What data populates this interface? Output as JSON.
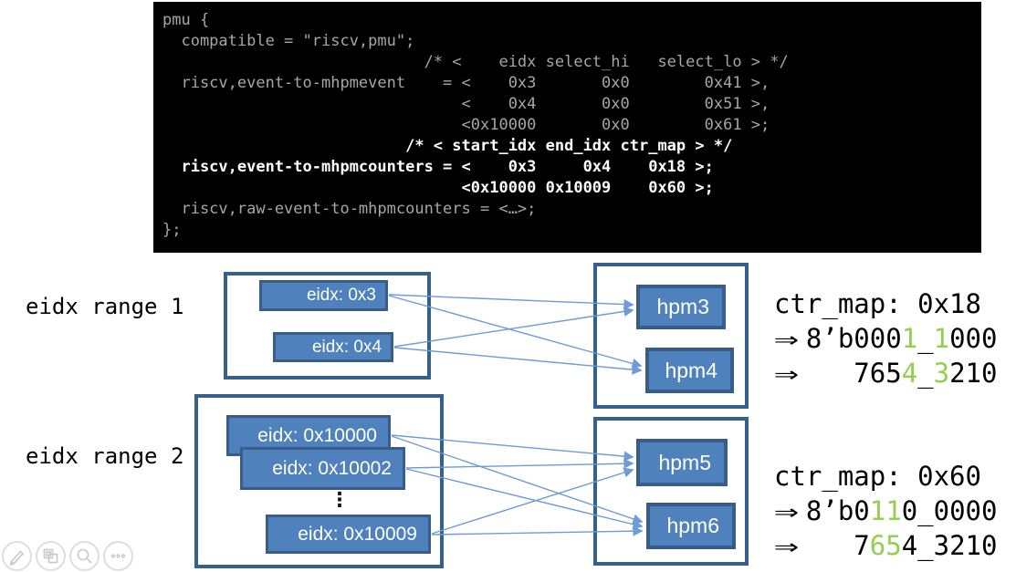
{
  "colors": {
    "green_highlight": "#92d050",
    "box_fill": "#4f81bd",
    "box_border": "#385d8a",
    "container_border": "#36608c",
    "arrow": "#6f9bd6",
    "code_bg": "#000000",
    "code_dim": "#a6a6a6",
    "code_bright": "#ffffff"
  },
  "code": {
    "lines": [
      {
        "text": "pmu {",
        "emphasis": "dim"
      },
      {
        "text": "  compatible = \"riscv,pmu\";",
        "emphasis": "dim"
      },
      {
        "text": "                            /* <    eidx select_hi   select_lo > */",
        "emphasis": "dim"
      },
      {
        "text": "  riscv,event-to-mhpmevent    = <    0x3       0x0        0x41 >,",
        "emphasis": "dim"
      },
      {
        "text": "                                <    0x4       0x0        0x51 >,",
        "emphasis": "dim"
      },
      {
        "text": "                                <0x10000       0x0        0x61 >;",
        "emphasis": "dim"
      },
      {
        "text": "                          /* < start_idx end_idx ctr_map > */",
        "emphasis": "bright"
      },
      {
        "text": "  riscv,event-to-mhpmcounters = <    0x3     0x4    0x18 >;",
        "emphasis": "bright"
      },
      {
        "text": "                                <0x10000 0x10009    0x60 >;",
        "emphasis": "bright"
      },
      {
        "text": "  riscv,raw-event-to-mhpmcounters = <…>;",
        "emphasis": "dim"
      },
      {
        "text": "};",
        "emphasis": "dim"
      }
    ]
  },
  "rows": [
    {
      "label": "eidx range 1",
      "events": [
        {
          "label": "eidx: 0x3"
        },
        {
          "label": "eidx: 0x4"
        }
      ],
      "counters": [
        {
          "label": "hpm3"
        },
        {
          "label": "hpm4"
        }
      ],
      "annotation": {
        "title": "ctr_map: 0x18",
        "binary_line": {
          "arrow": "⇒",
          "segments": [
            {
              "t": " 8’b000"
            },
            {
              "t": "1",
              "highlight": true
            },
            {
              "t": "_"
            },
            {
              "t": "1",
              "highlight": true
            },
            {
              "t": "000"
            }
          ]
        },
        "bits_line": {
          "arrow": "⇒",
          "segments": [
            {
              "t": "    765"
            },
            {
              "t": "4",
              "highlight": true
            },
            {
              "t": "_"
            },
            {
              "t": "3",
              "highlight": true
            },
            {
              "t": "210"
            }
          ]
        }
      }
    },
    {
      "label": "eidx range 2",
      "events": [
        {
          "label": "eidx: 0x10000"
        },
        {
          "label": "eidx: 0x10002"
        },
        {
          "label": "eidx: 0x10009"
        }
      ],
      "ellipsis": "⋮",
      "counters": [
        {
          "label": "hpm5"
        },
        {
          "label": "hpm6"
        }
      ],
      "annotation": {
        "title": "ctr_map: 0x60",
        "binary_line": {
          "arrow": "⇒",
          "segments": [
            {
              "t": " 8’b0"
            },
            {
              "t": "11",
              "highlight": true
            },
            {
              "t": "0_0000"
            }
          ]
        },
        "bits_line": {
          "arrow": "⇒",
          "segments": [
            {
              "t": "    7"
            },
            {
              "t": "65",
              "highlight": true
            },
            {
              "t": "4_3210"
            }
          ]
        }
      }
    }
  ]
}
